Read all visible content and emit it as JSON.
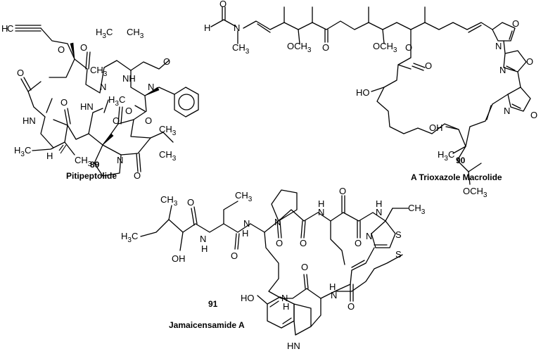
{
  "compounds": [
    {
      "number": "89",
      "name": "Pitipeptolide"
    },
    {
      "number": "90",
      "name": "A Trioxazole Macrolide"
    },
    {
      "number": "91",
      "name": "Jamaicensamide A"
    }
  ],
  "atom_labels": {
    "O": "O",
    "N": "N",
    "H": "H",
    "S": "S",
    "OH": "OH",
    "HO": "HO",
    "NH": "NH",
    "HN": "HN",
    "CH3": "CH",
    "H3C": "H",
    "C": "C",
    "OCH3": "OCH",
    "sub3": "3"
  },
  "colors": {
    "ink": "#000000",
    "background": "#ffffff"
  }
}
